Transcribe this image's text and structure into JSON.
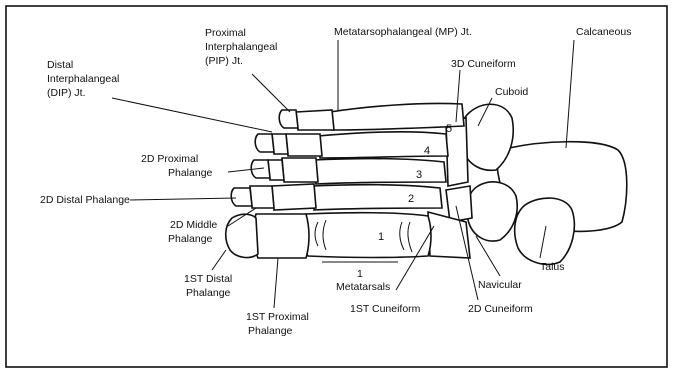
{
  "labels": {
    "proximal_ip_1": "Proximal",
    "proximal_ip_2": "Interphalangeal",
    "proximal_ip_3": "(PIP) Jt.",
    "metatarsophalangeal": "Metatarsophalangeal (MP) Jt.",
    "calcaneous": "Calcaneous",
    "distal_ip_1": "Distal",
    "distal_ip_2": "Interphalangeal",
    "distal_ip_3": "(DIP) Jt.",
    "cuneiform_3d": "3D Cuneiform",
    "cuboid": "Cuboid",
    "proximal_phalange_2d_1": "2D Proximal",
    "proximal_phalange_2d_2": "Phalange",
    "distal_phalange_2d": "2D Distal Phalange",
    "middle_phalange_2d_1": "2D Middle",
    "middle_phalange_2d_2": "Phalange",
    "talus": "Talus",
    "distal_phalange_1st_1": "1ST Distal",
    "distal_phalange_1st_2": "Phalange",
    "metatarsals_num": "1",
    "metatarsals": "Metatarsals",
    "navicular": "Navicular",
    "proximal_phalange_1st_1": "1ST Proximal",
    "proximal_phalange_1st_2": "Phalange",
    "cuneiform_1st": "1ST Cuneiform",
    "cuneiform_2d": "2D Cuneiform"
  },
  "metatarsal_numbers": [
    "1",
    "2",
    "3",
    "4",
    "5"
  ]
}
